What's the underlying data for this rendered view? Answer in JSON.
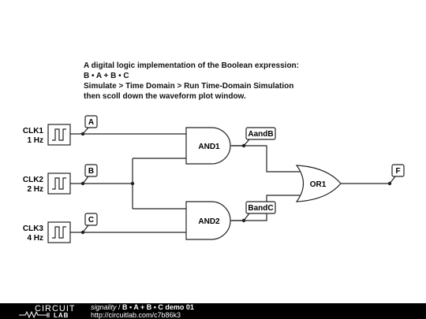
{
  "description": {
    "line1": "A digital logic implementation of the Boolean expression:",
    "line2": "B • A + B • C",
    "line3": "Simulate > Time Domain > Run Time-Domain Simulation",
    "line4": "then scoll down the waveform plot window."
  },
  "clocks": [
    {
      "name": "CLK1",
      "freq": "1 Hz"
    },
    {
      "name": "CLK2",
      "freq": "2 Hz"
    },
    {
      "name": "CLK3",
      "freq": "4 Hz"
    }
  ],
  "nodes": {
    "a": "A",
    "b": "B",
    "c": "C",
    "aandb": "AandB",
    "bandc": "BandC",
    "f": "F"
  },
  "gates": {
    "and1": "AND1",
    "and2": "AND2",
    "or1": "OR1"
  },
  "footer": {
    "logo_top": "CIRCUIT",
    "logo_bottom": "LAB",
    "user": "signality",
    "separator": " / ",
    "title": "B • A + B • C demo 01",
    "url": "http://circuitlab.com/c7b86k3"
  }
}
